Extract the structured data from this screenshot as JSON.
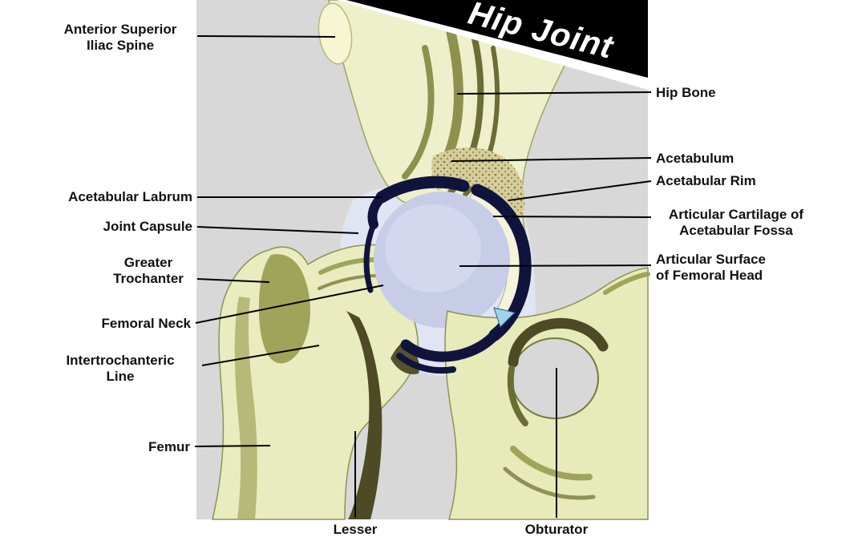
{
  "title": "Hip Joint",
  "colors": {
    "panel_bg": "#d8d8d8",
    "banner_bg": "#000000",
    "banner_text": "#ffffff",
    "bone_light": "#e9ecbe",
    "bone_shading": "#8d914d",
    "bone_dark": "#4e4a25",
    "femoral_head_cartilage": "#c7cde7",
    "joint_capsule_navy": "#10143d",
    "capsule_light": "#e1e4f2",
    "fossa_cartilage_blue": "#9ed4ea",
    "label_text": "#111111",
    "leader_line": "#000000"
  },
  "labels": {
    "left": [
      {
        "text": "Anterior Superior\nIliac Spine"
      },
      {
        "text": "Acetabular Labrum"
      },
      {
        "text": "Joint Capsule"
      },
      {
        "text": "Greater\nTrochanter"
      },
      {
        "text": "Femoral Neck"
      },
      {
        "text": "Intertrochanteric\nLine"
      },
      {
        "text": "Femur"
      }
    ],
    "right": [
      {
        "text": "Hip Bone"
      },
      {
        "text": "Acetabulum"
      },
      {
        "text": "Acetabular Rim"
      },
      {
        "text": "Articular Cartilage of\nAcetabular Fossa"
      },
      {
        "text": "Articular Surface\nof Femoral Head"
      }
    ],
    "bottom": [
      {
        "text": "Lesser"
      },
      {
        "text": "Obturator"
      }
    ]
  }
}
